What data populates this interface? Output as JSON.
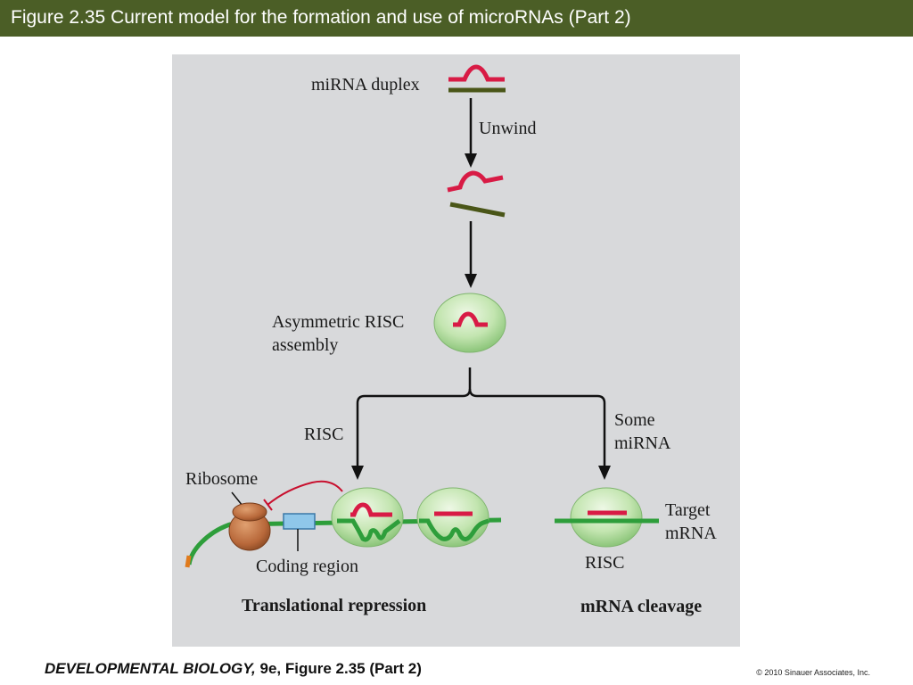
{
  "header": {
    "title": "Figure 2.35  Current model for the formation and use of microRNAs (Part 2)"
  },
  "diagram": {
    "labels": {
      "mirna_duplex": "miRNA duplex",
      "unwind": "Unwind",
      "asym_line1": "Asymmetric RISC",
      "asym_line2": "assembly",
      "risc_left": "RISC",
      "some_line1": "Some",
      "some_line2": "miRNA",
      "ribosome": "Ribosome",
      "target_line1": "Target",
      "target_line2": "mRNA",
      "coding_region": "Coding region",
      "risc_bottom": "RISC",
      "translational_repression": "Translational repression",
      "mrna_cleavage": "mRNA cleavage"
    }
  },
  "colors": {
    "header_bg": "#4b5e26",
    "panel_bg": "#d8d9db",
    "mirna_red": "#d81b45",
    "strand_dark": "#4a5618",
    "mrna_green": "#2e9e3b",
    "risc_fill": "#c3e5b0",
    "ribosome": "#b8683a",
    "coding_box": "#8fc7ea"
  },
  "footer": {
    "book": "DEVELOPMENTAL BIOLOGY,",
    "edition": " 9e, Figure 2.35 (Part 2)",
    "copyright": "© 2010 Sinauer Associates, Inc."
  }
}
